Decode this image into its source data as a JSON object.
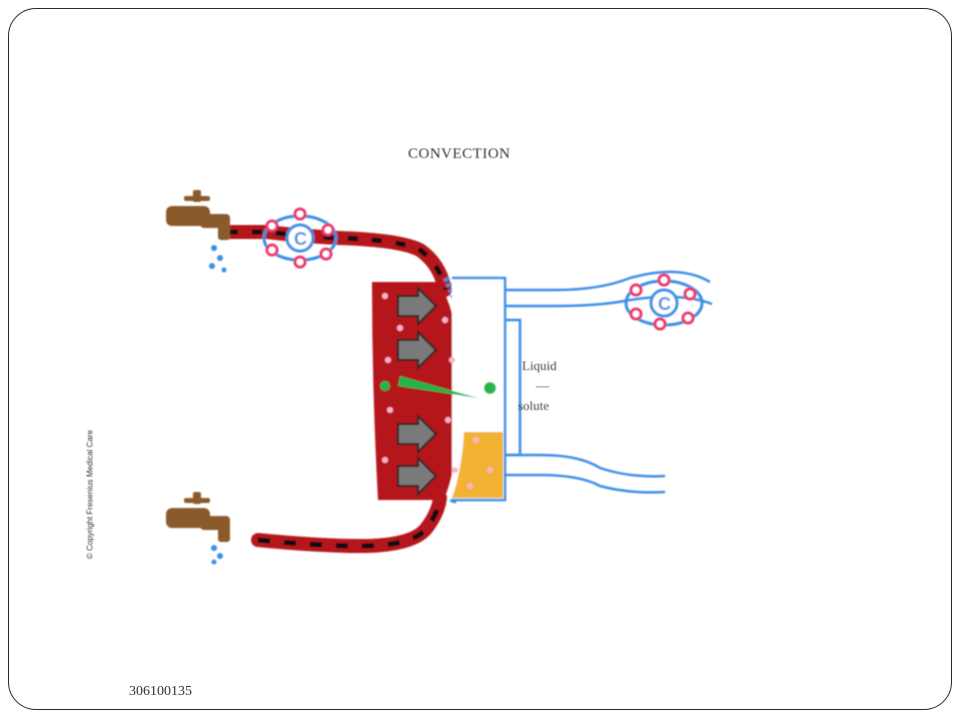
{
  "slide": {
    "title": "CONVECTION",
    "side_text": "© Copyright Fresenius Medical Care",
    "membrane_label_line1": "Liquid",
    "membrane_label_line2": "—",
    "membrane_label_line3": "solute",
    "slide_number": "306100135"
  },
  "colors": {
    "blood": "#b5151b",
    "water": "#3a8ee6",
    "filtrate": "#f2b233",
    "pressure_arrow": "#7a7a7a",
    "gradient": "#21b64a",
    "faucet": "#8a5a2b",
    "particle": "#e8336b"
  },
  "icons": {
    "faucet": "faucet-icon",
    "molecule": "molecule-icon",
    "arrow": "pressure-arrow-icon"
  }
}
